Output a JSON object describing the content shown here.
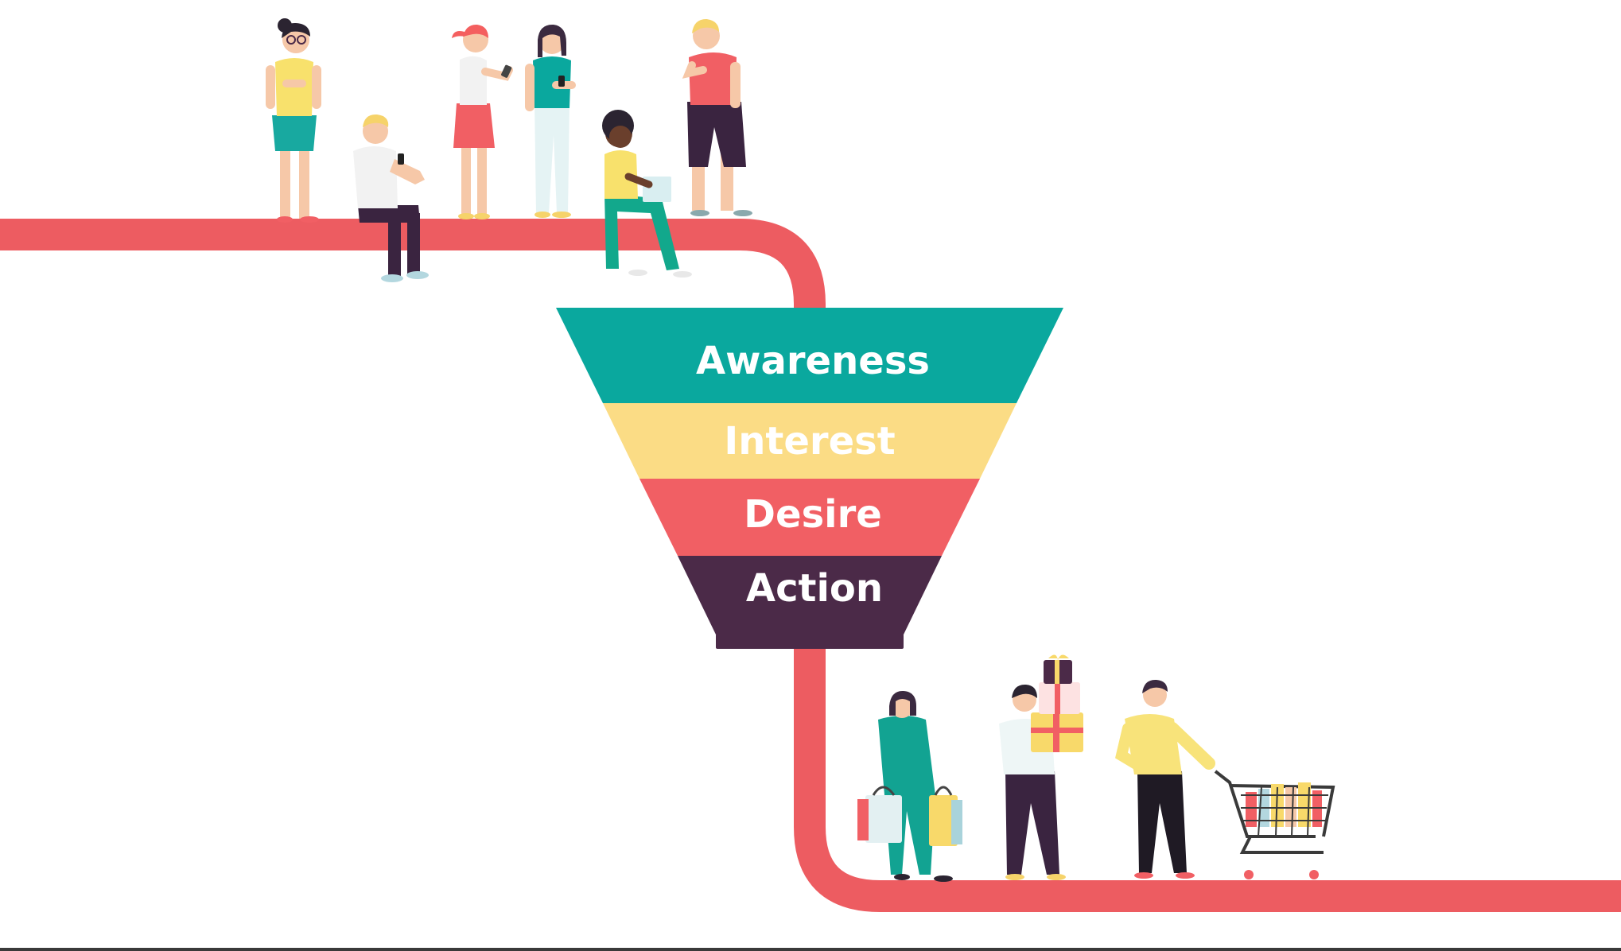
{
  "colors": {
    "background": "#ffffff",
    "path": "#ed5c61",
    "awareness": "#0aa89e",
    "interest": "#fbdc85",
    "desire": "#f15f64",
    "action": "#4b2a48",
    "label": "#ffffff",
    "bottom_border": "#3a3a3a"
  },
  "funnel": {
    "stages": [
      {
        "id": "awareness",
        "label": "Awareness",
        "color": "#0aa89e"
      },
      {
        "id": "interest",
        "label": "Interest",
        "color": "#fbdc85"
      },
      {
        "id": "desire",
        "label": "Desire",
        "color": "#f15f64"
      },
      {
        "id": "action",
        "label": "Action",
        "color": "#4b2a48"
      }
    ]
  },
  "people": {
    "top_row": [
      "woman-with-glasses-thinking",
      "man-sitting-with-phone",
      "woman-with-ponytail-and-phone",
      "woman-with-phone",
      "woman-sitting-with-laptop",
      "man-thinking"
    ],
    "bottom_row": [
      "woman-with-shopping-bags",
      "man-carrying-gift-boxes",
      "man-pushing-shopping-cart"
    ]
  }
}
